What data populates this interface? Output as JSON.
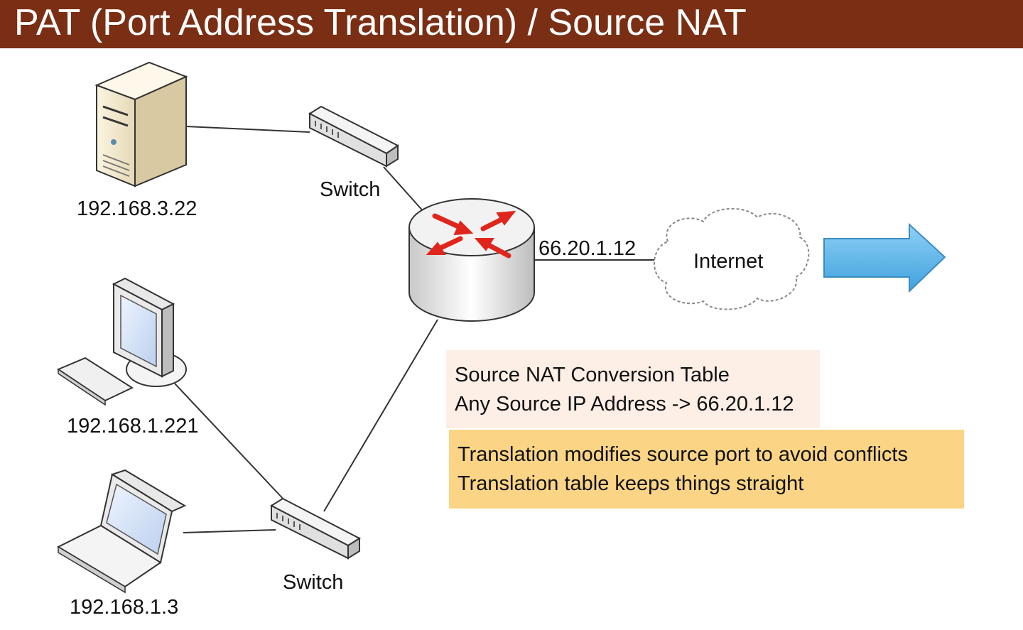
{
  "title": "PAT (Port Address Translation) / Source NAT",
  "devices": {
    "server_ip": "192.168.3.22",
    "desktop_ip": "192.168.1.221",
    "laptop_ip": "192.168.1.3",
    "switch_top_label": "Switch",
    "switch_bottom_label": "Switch",
    "router_public_ip": "66.20.1.12",
    "internet_label": "Internet"
  },
  "conversion_table": {
    "title": "Source NAT Conversion Table",
    "rule": "Any Source IP Address -> 66.20.1.12"
  },
  "notes": {
    "line1": "Translation modifies source port to avoid conflicts",
    "line2": "Translation table keeps things straight"
  },
  "colors": {
    "title_bar": "#7a2f14",
    "router_arrows": "#e0261c",
    "outbound_arrow": "#5bb4e8",
    "table_box": "#fdeee6",
    "notes_box": "#fbd585"
  },
  "icons": {
    "server": "server-icon",
    "desktop": "desktop-computer-icon",
    "laptop": "laptop-icon",
    "switch": "switch-icon",
    "router": "router-icon",
    "cloud": "cloud-icon",
    "arrow": "right-arrow-icon"
  }
}
